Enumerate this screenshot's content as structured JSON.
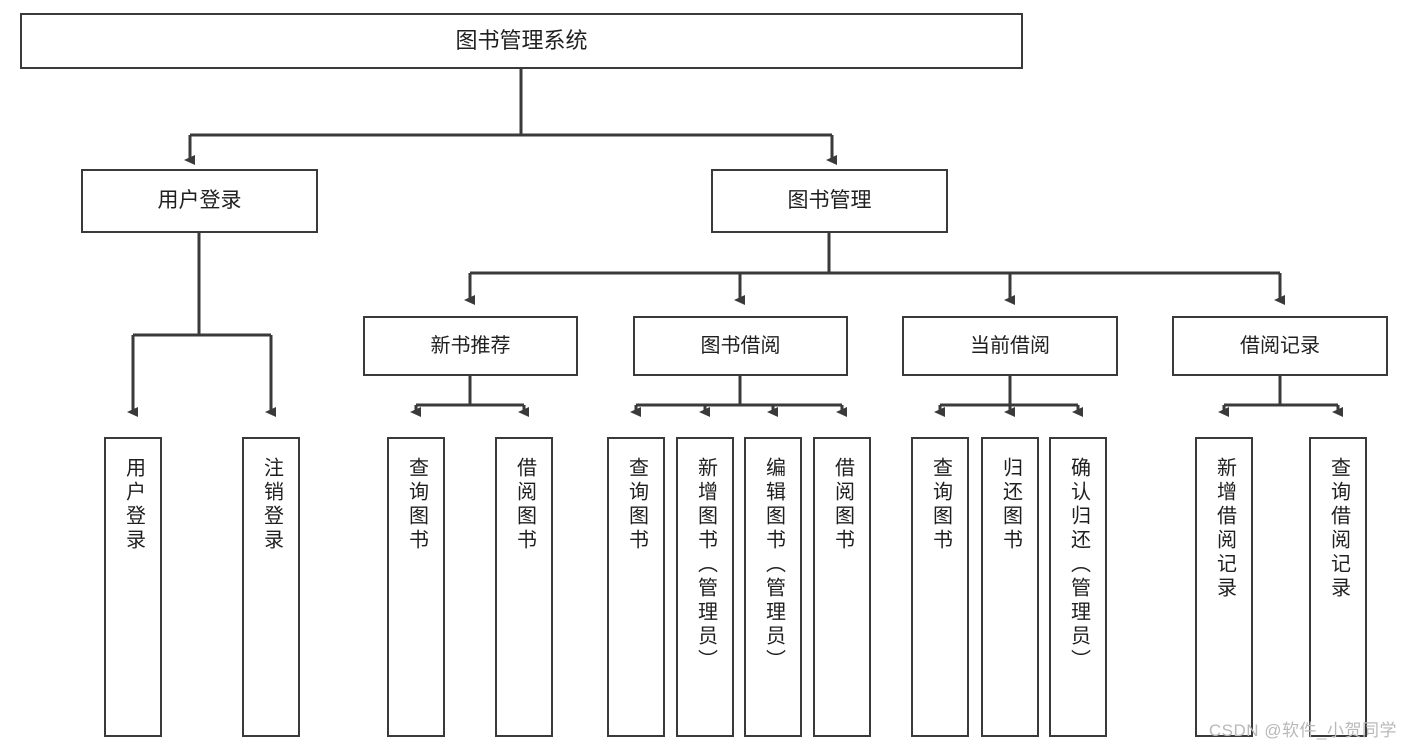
{
  "diagram": {
    "title": "图书管理系统",
    "type": "tree",
    "watermark": "CSDN @软件_小贺同学",
    "colors": {
      "stroke": "#3a3a3a",
      "fill": "#ffffff",
      "text": "#1f1f1f",
      "watermark": "#b9b9b9"
    },
    "root": {
      "label": "图书管理系统"
    },
    "level1": [
      {
        "label": "用户登录"
      },
      {
        "label": "图书管理"
      }
    ],
    "level2": [
      {
        "label": "新书推荐"
      },
      {
        "label": "图书借阅"
      },
      {
        "label": "当前借阅"
      },
      {
        "label": "借阅记录"
      }
    ],
    "leaves": {
      "user_login": [
        {
          "label": "用户登录"
        },
        {
          "label": "注销登录"
        }
      ],
      "new_book": [
        {
          "label": "查询图书"
        },
        {
          "label": "借阅图书"
        }
      ],
      "book_borrow": [
        {
          "label": "查询图书"
        },
        {
          "label": "新增图书（管理员）"
        },
        {
          "label": "编辑图书（管理员）"
        },
        {
          "label": "借阅图书"
        }
      ],
      "current_borrow": [
        {
          "label": "查询图书"
        },
        {
          "label": "归还图书"
        },
        {
          "label": "确认归还（管理员）"
        }
      ],
      "borrow_record": [
        {
          "label": "新增借阅记录"
        },
        {
          "label": "查询借阅记录"
        }
      ]
    }
  }
}
